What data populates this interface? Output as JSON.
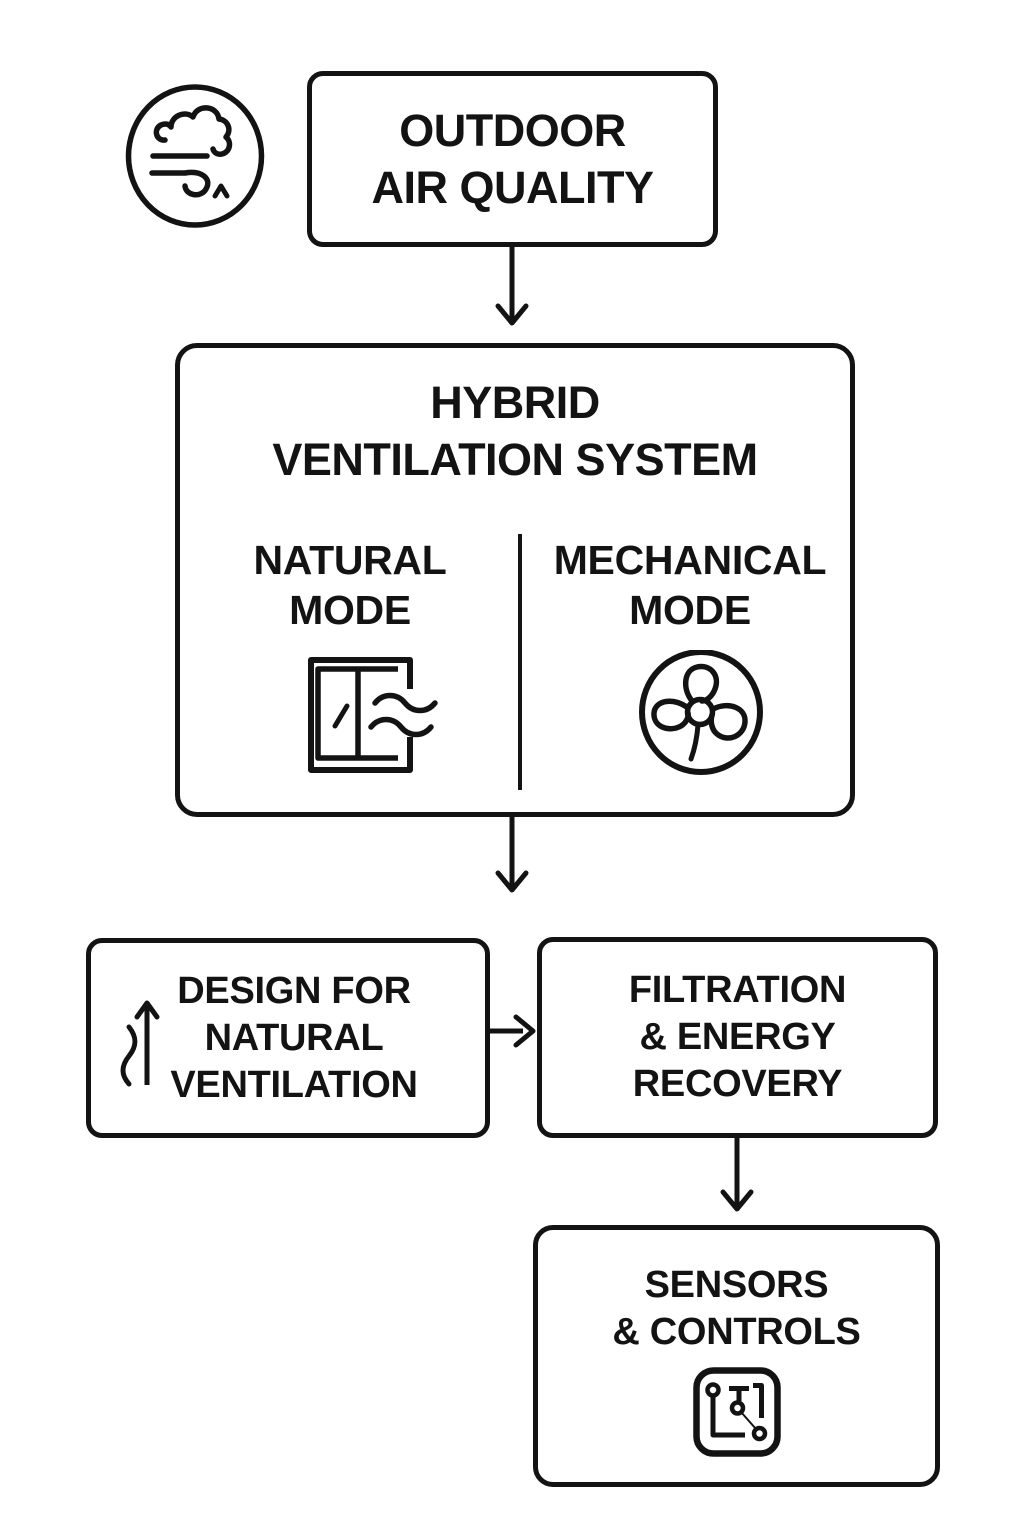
{
  "canvas": {
    "background": "#ffffff",
    "ink": "#131313"
  },
  "badges": {
    "outdoor_air": {
      "icon": "wind-cloud-icon"
    }
  },
  "nodes": {
    "outdoor": {
      "lines": [
        "OUTDOOR",
        "AIR QUALITY"
      ]
    },
    "hybrid": {
      "title_lines": [
        "HYBRID",
        "VENTILATION SYSTEM"
      ],
      "natural_mode": {
        "lines": [
          "NATURAL",
          "MODE"
        ],
        "icon": "open-window-with-breeze-icon"
      },
      "mechanical_mode": {
        "lines": [
          "MECHANICAL",
          "MODE"
        ],
        "icon": "fan-icon"
      }
    },
    "design": {
      "lines": [
        "DESIGN FOR",
        "NATURAL",
        "VENTILATION"
      ],
      "icon": "rising-airflow-arrow-icon"
    },
    "filtration": {
      "lines": [
        "FILTRATION",
        "& ENERGY",
        "RECOVERY"
      ]
    },
    "sensors": {
      "lines": [
        "SENSORS",
        "& CONTROLS"
      ],
      "icon": "circuit-board-icon"
    }
  },
  "connectors": [
    {
      "from": "outdoor",
      "to": "hybrid",
      "direction": "down"
    },
    {
      "from": "hybrid",
      "to": "lower-row",
      "direction": "down"
    },
    {
      "from": "design",
      "to": "filtration",
      "direction": "right"
    },
    {
      "from": "filtration",
      "to": "sensors",
      "direction": "down"
    }
  ]
}
